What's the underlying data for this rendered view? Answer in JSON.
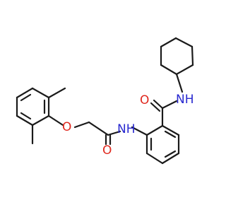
{
  "molecule": {
    "atoms": {
      "n_cyclohexyl": {
        "label": "NH",
        "color": "#2a2ad0"
      },
      "o_amide_top": {
        "label": "O",
        "color": "#e0281e"
      },
      "n_anilide": {
        "label": "NH",
        "color": "#2a2ad0"
      },
      "o_ether": {
        "label": "O",
        "color": "#e0281e"
      },
      "o_amide_bottom": {
        "label": "O",
        "color": "#e0281e"
      }
    },
    "bond_color": "#1a1a1a"
  }
}
